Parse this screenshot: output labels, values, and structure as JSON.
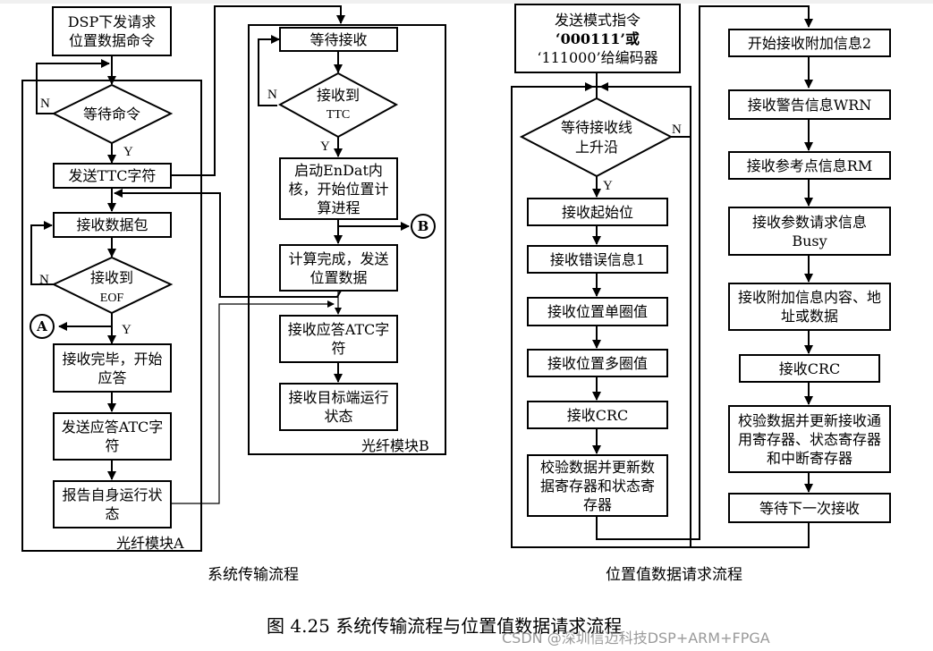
{
  "figure_caption": "图 4.25  系统传输流程与位置值数据请求流程",
  "watermark": "CSDN @深圳信迈科技DSP+ARM+FPGA",
  "left_diagram": {
    "caption": "系统传输流程",
    "start": "DSP下发请求位置数据命令",
    "module_a": {
      "label": "光纤模块A",
      "wait_command": "等待命令",
      "send_ttc": "发送TTC字符",
      "receive_packet": "接收数据包",
      "eof_check_line1": "接收到",
      "eof_check_line2": "EOF",
      "receive_done": "接收完毕，开始应答",
      "send_atc": "发送应答ATC字符",
      "report_status": "报告自身运行状态",
      "connector": "A"
    },
    "module_b": {
      "label": "光纤模块B",
      "wait_receive": "等待接收",
      "ttc_check_line1": "接收到",
      "ttc_check_line2": "TTC",
      "start_endat": "启动EnDat内核，开始位置计算进程",
      "calc_done": "计算完成，发送位置数据",
      "receive_atc": "接收应答ATC字符",
      "receive_target_status": "接收目标端运行状态",
      "connector": "B"
    },
    "branch_labels": {
      "yes": "Y",
      "no": "N"
    }
  },
  "right_diagram": {
    "caption": "位置值数据请求流程",
    "send_mode": "发送模式指令‘000111’或‘111000’给编码器",
    "send_mode_lines": [
      "发送模式指令",
      "‘000111’或",
      "‘111000’给编码器"
    ],
    "wait_rising_line1": "等待接收线",
    "wait_rising_line2": "上升沿",
    "left_column": [
      "接收起始位",
      "接收错误信息1",
      "接收位置单圈值",
      "接收位置多圈值",
      "接收CRC",
      "校验数据并更新数据寄存器和状态寄存器"
    ],
    "right_column": [
      "开始接收附加信息2",
      "接收警告信息WRN",
      "接收参考点信息RM",
      "接收参数请求信息Busy",
      "接收附加信息内容、地址或数据",
      "接收CRC",
      "校验数据并更新接收通用寄存器、状态寄存器和中断寄存器",
      "等待下一次接收"
    ],
    "branch_labels": {
      "yes": "Y",
      "no": "N"
    }
  }
}
